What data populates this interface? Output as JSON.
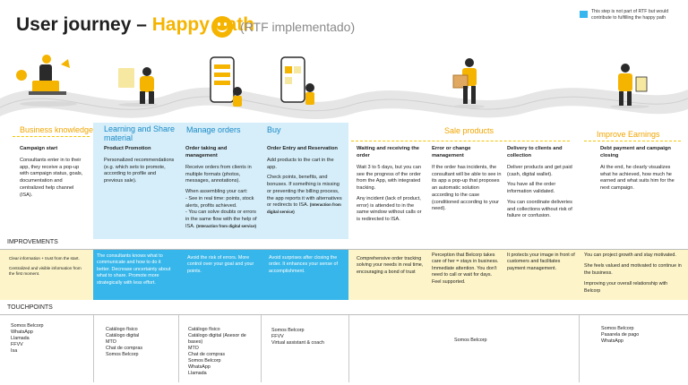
{
  "header": {
    "title_prefix": "User journey – ",
    "title_happy": "Happy path",
    "subtitle": "(RTF implementado)",
    "legend_text": "This step is not part of RTF but would contribute to fulfilling the happy path",
    "colors": {
      "accent_yellow": "#f5b400",
      "accent_blue": "#36b6ea",
      "light_blue": "#d5eef9",
      "light_yellow": "#fdf5c9"
    }
  },
  "stages": {
    "business_knowledge": "Business knowledge",
    "learning_share": "Learning and Share material",
    "manage_orders": "Manage orders",
    "buy": "Buy",
    "sale_products": "Sale products",
    "improve_earnings": "Improve Earnings"
  },
  "steps": {
    "campaign_start": {
      "title": "Campaign start",
      "body": "Consultants enter in to their app, they  receive a pop-up with campaign status, goals, documentation and centralized help channel (ISA)."
    },
    "product_promotion": {
      "title": "Product Promotion",
      "body": "Personalized recommendations (e.g. which sets to promote, according to profile and previous sale)."
    },
    "order_taking": {
      "title": "Order taking and management",
      "p1": "Receive orders from clients in multiple formats (photos, messages, annotations).",
      "p2": "When assembling your cart:",
      "p3": "- See in real time: points, stock alerts, profits achieved.",
      "p4": "- You can solve doubts or errors in the same flow with the help of ISA.",
      "note": "(Interaction from digital service)"
    },
    "order_entry": {
      "title": "Order Entry and Reservation",
      "p1": "Add products to the cart in the app.",
      "p2": "Check points, benefits, and bonuses. If something is missing or preventing the billing process, the app reports it with alternatives or redirects to ISA.",
      "note": "(Interaction from digital service)"
    },
    "waiting_order": {
      "title": "Waiting and receiving the order",
      "p1": "Wait 3 to 5 days, but you can see the progress of the order from the App, with integrated tracking.",
      "p2": "Any incident (lack of product, error) is attended to in the same window without calls or is redirected to ISA."
    },
    "error_change": {
      "title": "Error or change management",
      "body": "If the order has incidents, the consultant will be able to see in its app a pop-up that proposes an automatic solution according to the case (conditioned according to your need)."
    },
    "delivery": {
      "title": "Delivery to clients and collection",
      "p1": "Deliver products and get paid (cash, digital wallet).",
      "p2": "You have all the order information validated.",
      "p3": "You can coordinate deliveries and collections without risk of failure or confusion."
    },
    "debt_payment": {
      "title": "Debt payment and campaign closing",
      "body": "At the end, he clearly visualizes what he achieved, how much he earned and what suits him for the next campaign."
    }
  },
  "improvements": {
    "label": "IMPROVEMENTS",
    "col1_p1": "Clear information + trust from the start.",
    "col1_p2": "Centralized and visible information from the first moment.",
    "col2": "The consultants knows what to communicate and how to do it better. Decrease uncertainty about what to share. Promote more strategically with less effort.",
    "col3": "Avoid the risk of errors. More control over your goal and your points.",
    "col4": "Avoid surprises after closing the order. It enhances your sense of accomplishment.",
    "col5": "Comprehensive order tracking solving your needs in real time, encouraging a bond of trust",
    "col6_p1": "Perception that Belcorp takes care of her = stays in business.",
    "col6_p2": "Immediate attention. You don't need to call or wait for days. Feel supported.",
    "col7": "It protects your image in front of customers and facilitates payment management.",
    "col8_p1": "You can project growth and stay motivated.",
    "col8_p2": "She feels valued and motivated to continue in the business.",
    "col8_p3": "Improving your overall relationship with Belcorp"
  },
  "touchpoints": {
    "label": "TOUCHPOINTS",
    "col1": [
      "Somos Belcorp",
      "WhatsApp",
      "Llamada",
      "FFVV",
      "Isa"
    ],
    "col2": [
      "Catálogo físico",
      "Catálogo digital",
      "MTO",
      "Chat de compras",
      "Somos Belcorp"
    ],
    "col3": [
      "Catálogo físico",
      "Catálogo digital (Asesor de bases)",
      "MTO",
      "Chat de compras",
      "Somos Belcorp",
      "WhatsApp",
      "Llamada"
    ],
    "col4": [
      "Somos Belcorp",
      "FFVV",
      "Virtual assistant & coach"
    ],
    "col5": [
      "Somos Belcorp"
    ],
    "col6": [
      "Somos Belcorp",
      "Pasarela de pago",
      "WhatsApp"
    ]
  }
}
